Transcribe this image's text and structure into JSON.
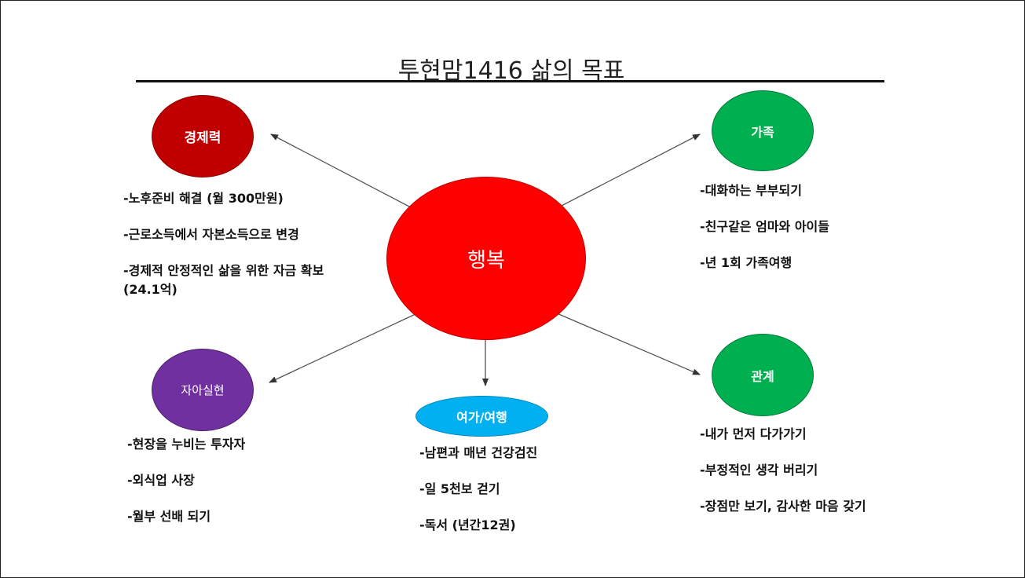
{
  "title": "투현맘1416 삶의 목표",
  "colors": {
    "center": "#ff0000",
    "economy": "#c00000",
    "family": "#00b050",
    "relations": "#00b050",
    "self": "#7030a0",
    "leisure": "#00b0f0"
  },
  "center": {
    "label": "행복"
  },
  "nodes": {
    "economy": {
      "label": "경제력",
      "items": [
        "-노후준비 해결 (월 300만원)",
        "-근로소득에서 자본소득으로 변경",
        "-경제적 안정적인 삶을 위한 자금 확보 (24.1억)"
      ]
    },
    "family": {
      "label": "가족",
      "items": [
        "-대화하는 부부되기",
        "-친구같은 엄마와 아이들",
        "-년 1회 가족여행"
      ]
    },
    "self": {
      "label": "자아실현",
      "items": [
        "-현장을 누비는 투자자",
        "-외식업 사장",
        "-월부 선배 되기"
      ]
    },
    "leisure": {
      "label": "여가/여행",
      "items": [
        "-남편과 매년 건강검진",
        "-일 5천보 걷기",
        "-독서 (년간12권)"
      ]
    },
    "relations": {
      "label": "관계",
      "items": [
        "-내가 먼저 다가가기",
        "-부정적인 생각 버리기",
        "-장점만 보기, 감사한 마음 갖기"
      ]
    }
  }
}
